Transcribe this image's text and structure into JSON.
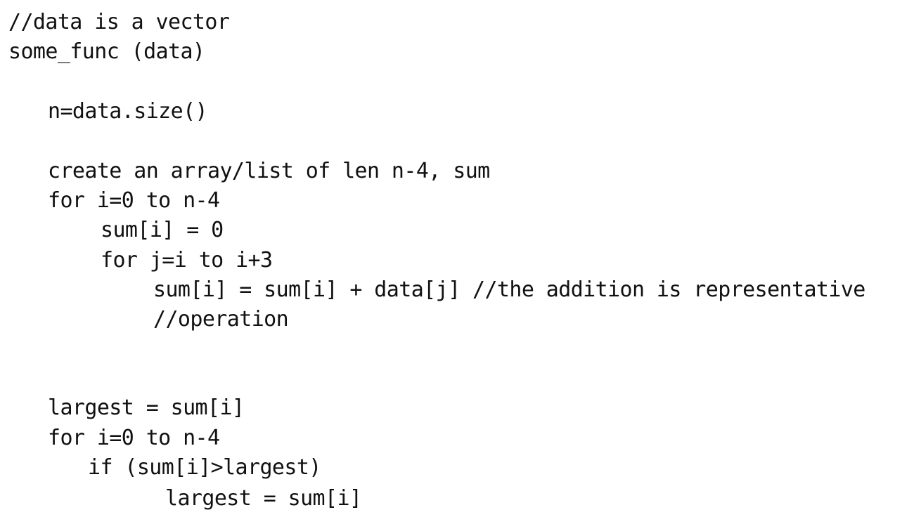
{
  "code": {
    "lines": [
      "//data is a vector",
      "some_func (data)",
      "n=data.size()",
      "create an array/list of len n-4, sum",
      "for i=0 to n-4",
      "sum[i] = 0",
      "for j=i to i+3",
      "sum[i] = sum[i] + data[j] //the addition is representative",
      "//operation",
      "largest = sum[i]",
      "for i=0 to n-4",
      "if (sum[i]>largest)",
      "largest = sum[i]"
    ]
  }
}
